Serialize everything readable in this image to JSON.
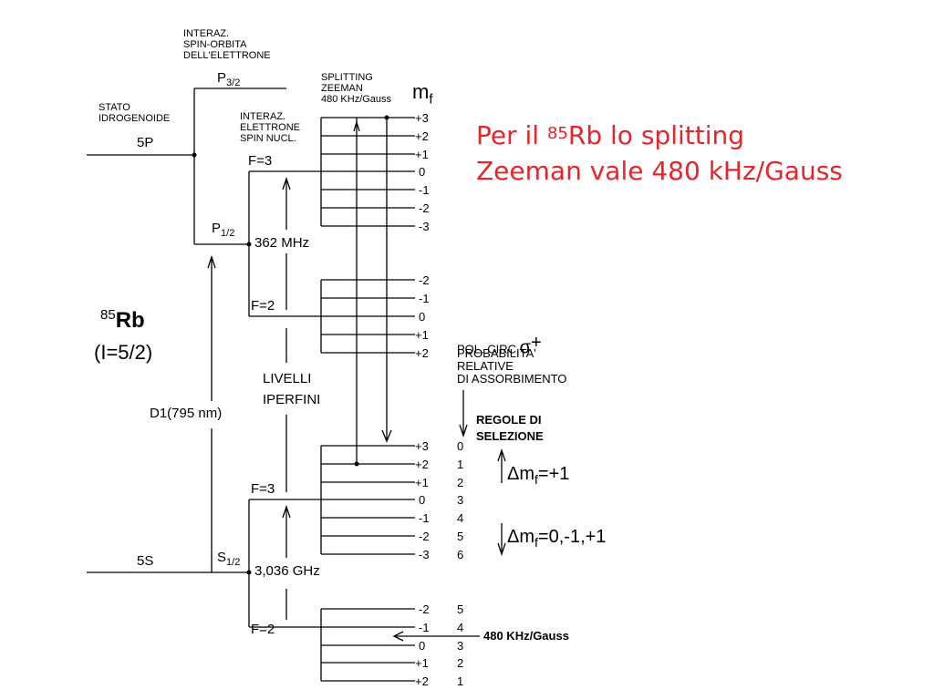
{
  "header": {
    "spin_orbit": "INTERAZ.\nSPIN-ORBITA\nDELL'ELETTRONE",
    "zeeman": "SPLITTING\nZEEMAN\n480 KHz/Gauss",
    "mf_symbol": "m",
    "mf_sub": "f",
    "nuclear": "INTERAZ.\nELETTRONE\nSPIN NUCL."
  },
  "levels": {
    "hydrogenic": "STATO\nIDROGENOIDE",
    "p5": "5P",
    "p32": "P",
    "p32_sub": "3/2",
    "p12": "P",
    "p12_sub": "1/2",
    "s5": "5S",
    "s12": "S",
    "s12_sub": "1/2",
    "f3_upper": "F=3",
    "f2_upper": "F=2",
    "f3_lower": "F=3",
    "f2_lower": "F=2",
    "split_p": "362 MHz",
    "split_s": "3,036 GHz",
    "d1": "D1(795 nm)",
    "hyperfine": "LIVELLI\nIPERFINI"
  },
  "atom": {
    "mass": "85",
    "symbol": "Rb",
    "spin": "(I=5/2)"
  },
  "mf_labels": {
    "p_f3": [
      "+3",
      "+2",
      "+1",
      "0",
      "-1",
      "-2",
      "-3"
    ],
    "p_f2": [
      "-2",
      "-1",
      "0",
      "+1",
      "+2"
    ],
    "s_f3": [
      "+3",
      "+2",
      "+1",
      "0",
      "-1",
      "-2",
      "-3"
    ],
    "s_f2": [
      "-2",
      "-1",
      "0",
      "+1",
      "+2"
    ]
  },
  "probabilities": {
    "s_f3": [
      "0",
      "1",
      "2",
      "3",
      "4",
      "5",
      "6"
    ],
    "s_f2": [
      "5",
      "4",
      "3",
      "2",
      "1"
    ]
  },
  "annotations": {
    "polarization": "POL. CIRC.",
    "sigma": "σ",
    "sigma_plus": "+",
    "probability_note": "PROBABILITA'\nRELATIVE\nDI ASSORBIMENTO",
    "selection_rules": "REGOLE DI\nSELEZIONE",
    "rule1_prefix": "Δm",
    "rule1_sub": "f",
    "rule1_value": "=+1",
    "rule2_prefix": "Δm",
    "rule2_sub": "f",
    "rule2_value": "=0,-1,+1",
    "zeeman_lower": "480 KHz/Gauss"
  },
  "caption": {
    "line1_pre": "Per il ",
    "line1_sup": "85",
    "line1_post": "Rb lo splitting",
    "line2": "Zeeman vale 480 kHz/Gauss"
  },
  "colors": {
    "ink": "#000000",
    "caption": "#e8242a"
  }
}
